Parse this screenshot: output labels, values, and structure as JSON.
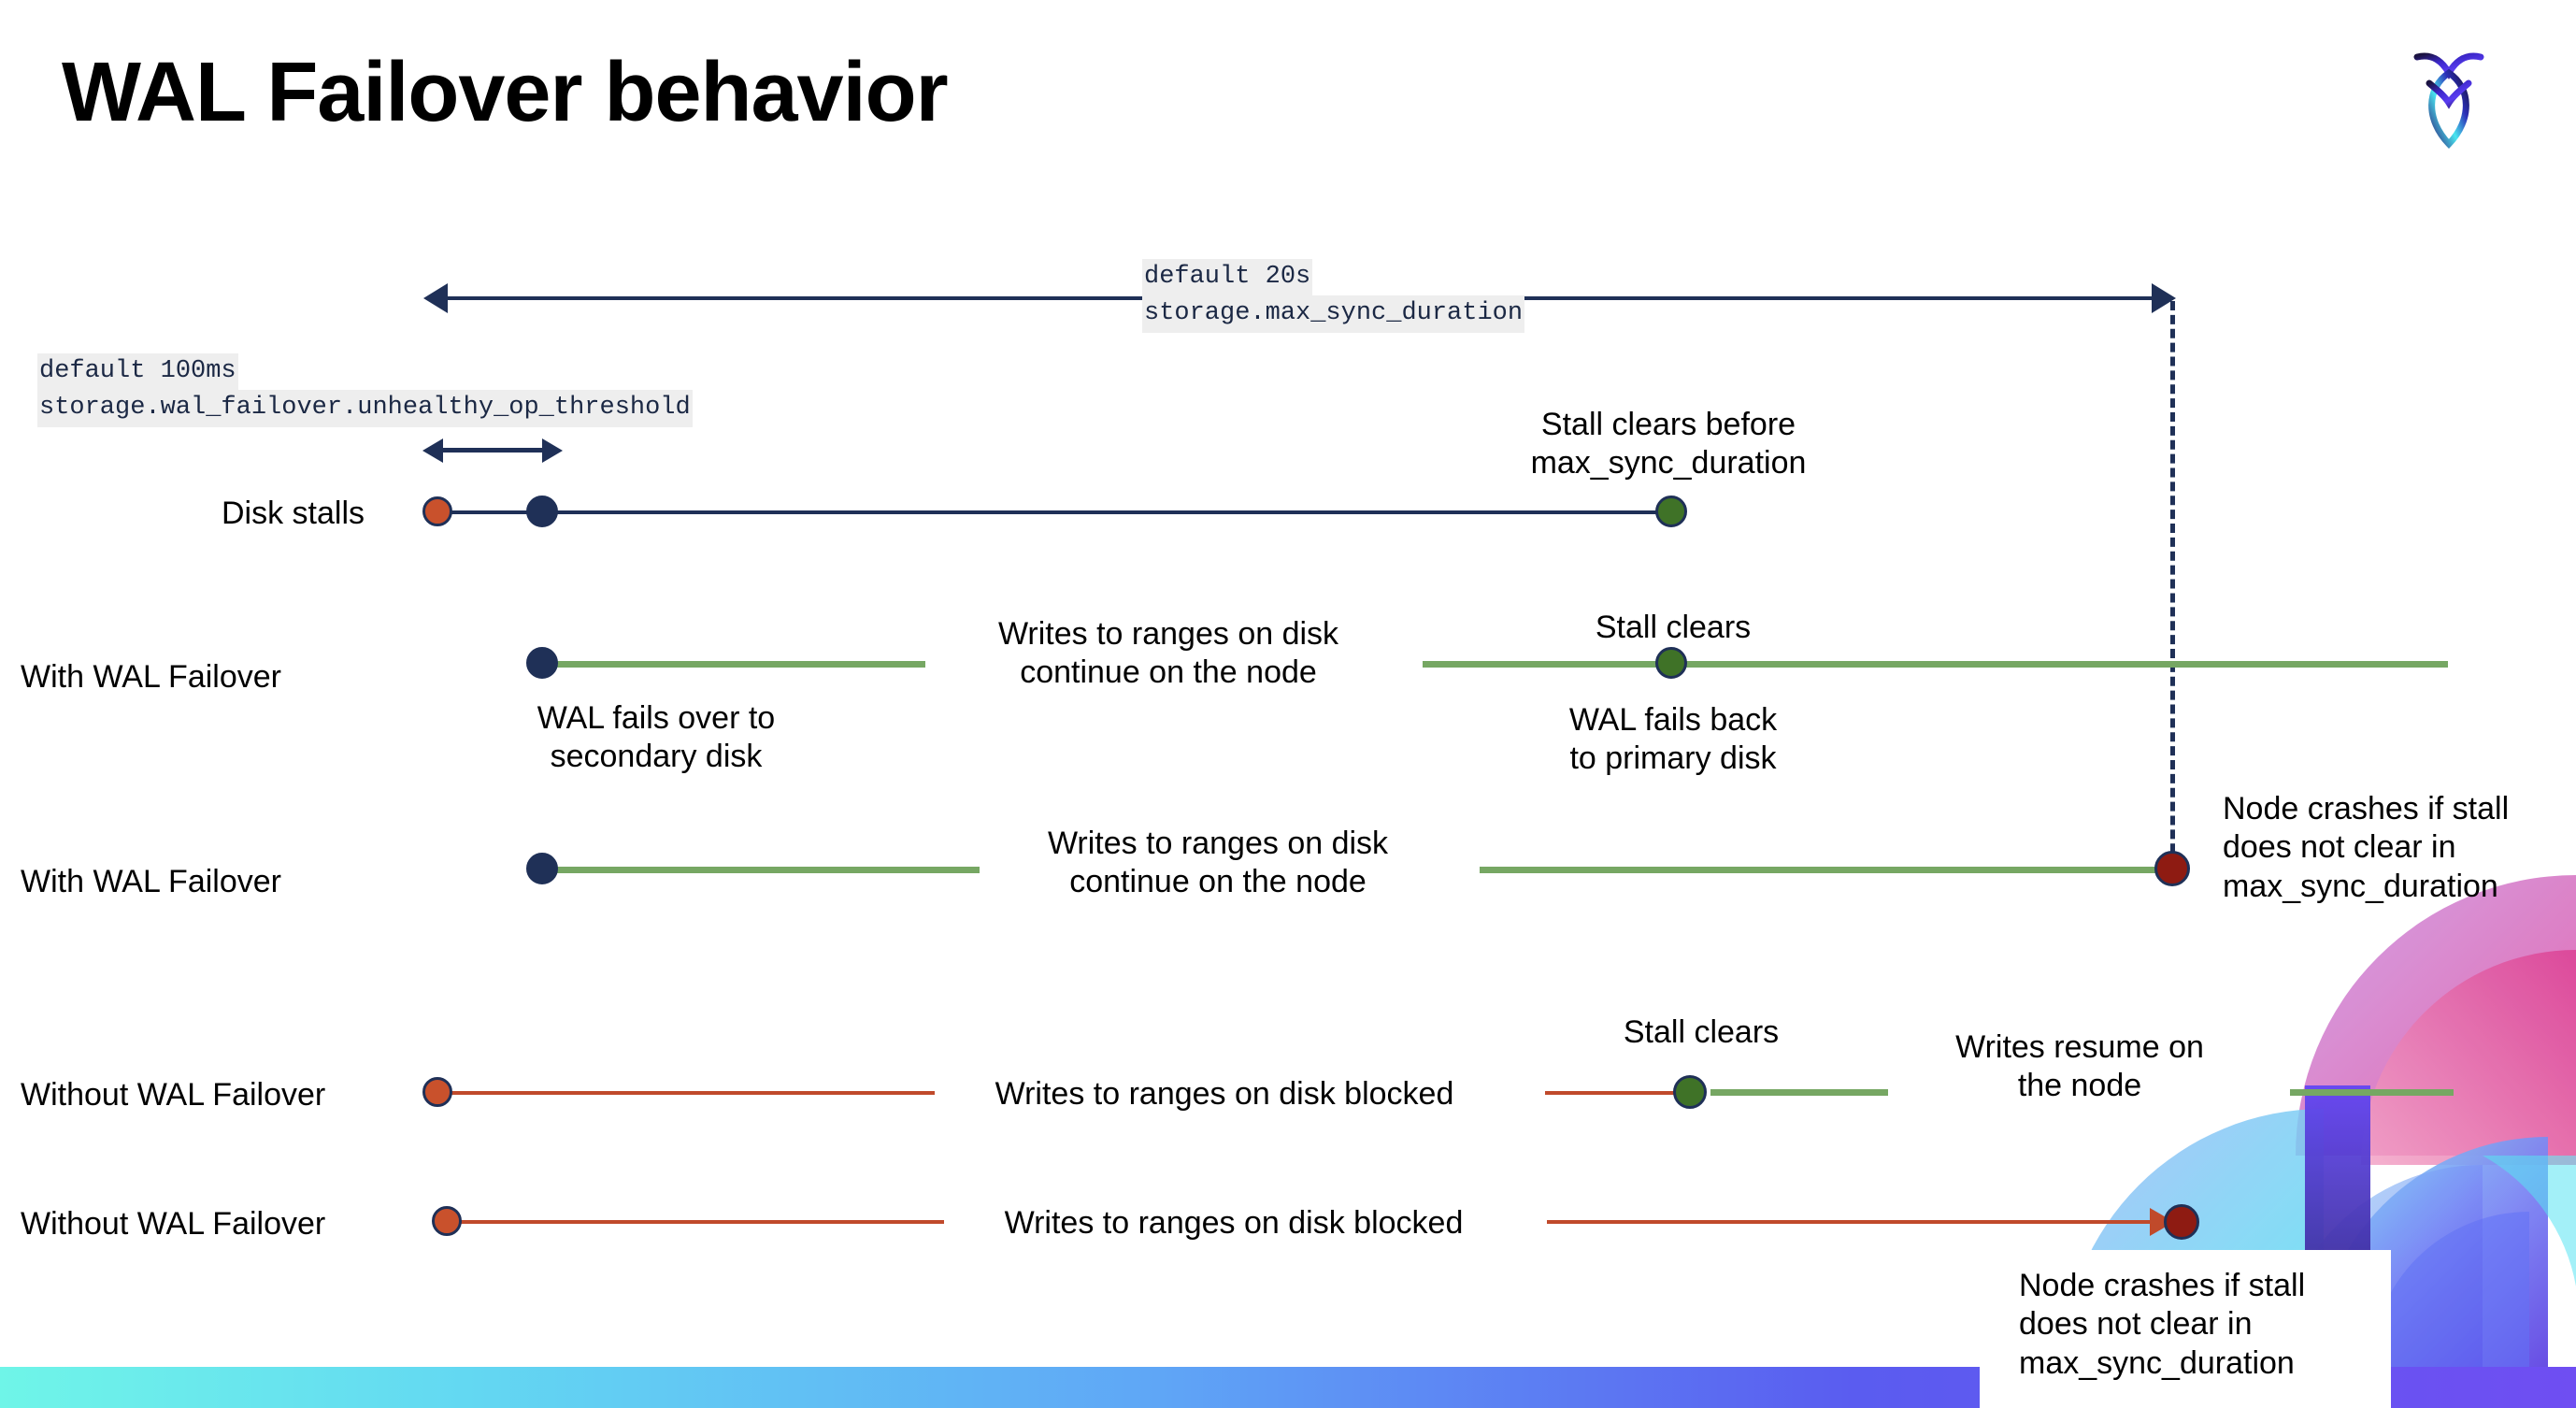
{
  "slide": {
    "title": "WAL Failover behavior",
    "logo_name": "cockroachdb-logo"
  },
  "settings": {
    "max_sync": {
      "default_line": "default 20s",
      "setting_line": "storage.max_sync_duration"
    },
    "unhealthy_op": {
      "default_line": "default 100ms",
      "setting_line": "storage.wal_failover.unhealthy_op_threshold"
    }
  },
  "rows": [
    {
      "label": "Disk stalls",
      "annotations": {
        "stall_clears_before": "Stall clears before\nmax_sync_duration"
      }
    },
    {
      "label": "With WAL Failover",
      "annotations": {
        "fails_over": "WAL fails over to\nsecondary disk",
        "writes_continue": "Writes to ranges on disk\ncontinue on the node",
        "stall_clears": "Stall clears",
        "fails_back": "WAL fails  back\nto primary disk"
      }
    },
    {
      "label": "With WAL Failover",
      "annotations": {
        "writes_continue": "Writes to ranges on disk\ncontinue on the node",
        "node_crashes": "Node crashes if stall\ndoes not clear in\nmax_sync_duration"
      }
    },
    {
      "label": "Without WAL Failover",
      "annotations": {
        "writes_blocked": "Writes to ranges on disk  blocked",
        "stall_clears": "Stall clears",
        "writes_resume": "Writes resume on\nthe node"
      }
    },
    {
      "label": "Without WAL Failover",
      "annotations": {
        "writes_blocked": "Writes to ranges on disk  blocked",
        "node_crashes": "Node crashes if stall\ndoes not clear in\nmax_sync_duration"
      }
    }
  ],
  "colors": {
    "navy": "#1f3057",
    "green_line": "#76a763",
    "red_line": "#c04a2b",
    "dot_orange": "#c9512c",
    "dot_green": "#3f7227",
    "dot_dark_red": "#8e1b12",
    "chip_bg": "#eeeeee"
  }
}
